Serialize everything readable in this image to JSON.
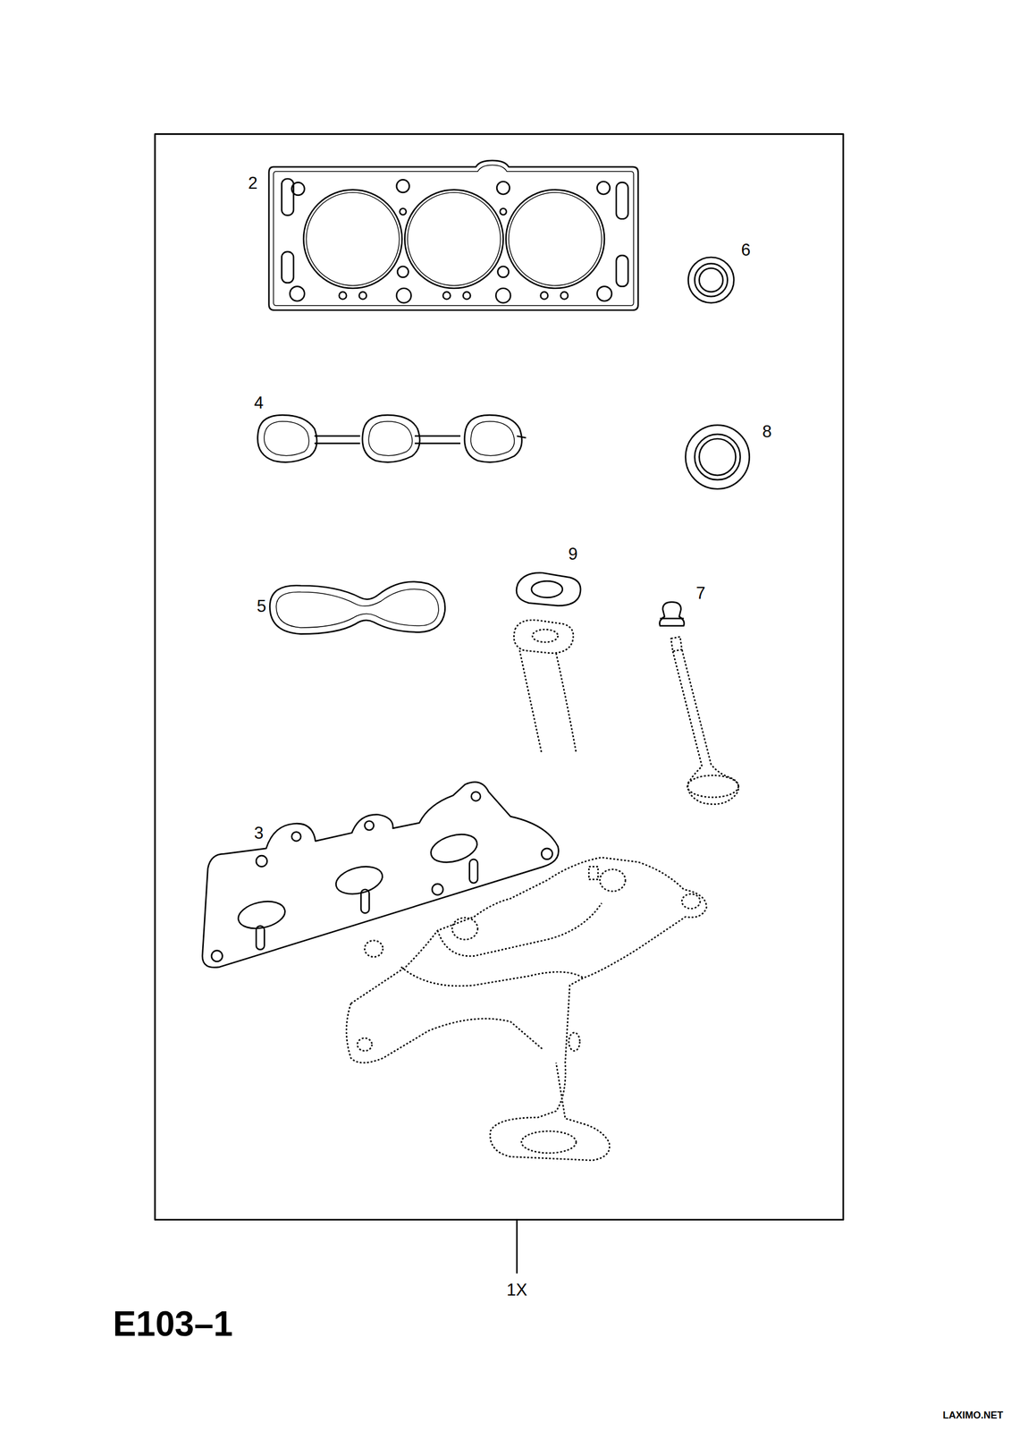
{
  "diagram": {
    "labels": [
      "2",
      "6",
      "4",
      "8",
      "9",
      "5",
      "7",
      "3",
      "1X",
      "E103–1",
      "LAXIMO.NET"
    ]
  }
}
